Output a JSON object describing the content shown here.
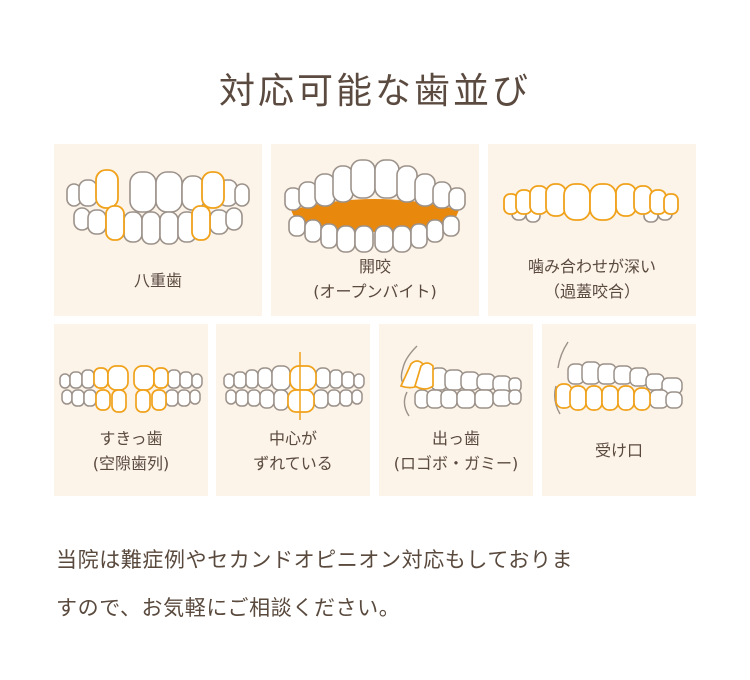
{
  "heading": "対応可能な歯並び",
  "cards": [
    {
      "line1": "八重歯",
      "line2": ""
    },
    {
      "line1": "開咬",
      "line2": "(オープンバイト)"
    },
    {
      "line1": "噛み合わせが深い",
      "line2": "（過蓋咬合）"
    },
    {
      "line1": "すきっ歯",
      "line2": "(空隙歯列)"
    },
    {
      "line1": "中心が",
      "line2": "ずれている"
    },
    {
      "line1": "出っ歯",
      "line2": "(ロゴボ・ガミー)"
    },
    {
      "line1": "受け口",
      "line2": ""
    }
  ],
  "message": {
    "line1": "当院は難症例やセカンドオピニオン対応もしておりま",
    "line2": "すので、お気軽にご相談ください。"
  },
  "colors": {
    "card_bg": "#fcf3e9",
    "tooth_outline": "#9c928a",
    "highlight": "#f0a21b",
    "gum_fill": "#e8890e",
    "text": "#5a4a3e"
  }
}
